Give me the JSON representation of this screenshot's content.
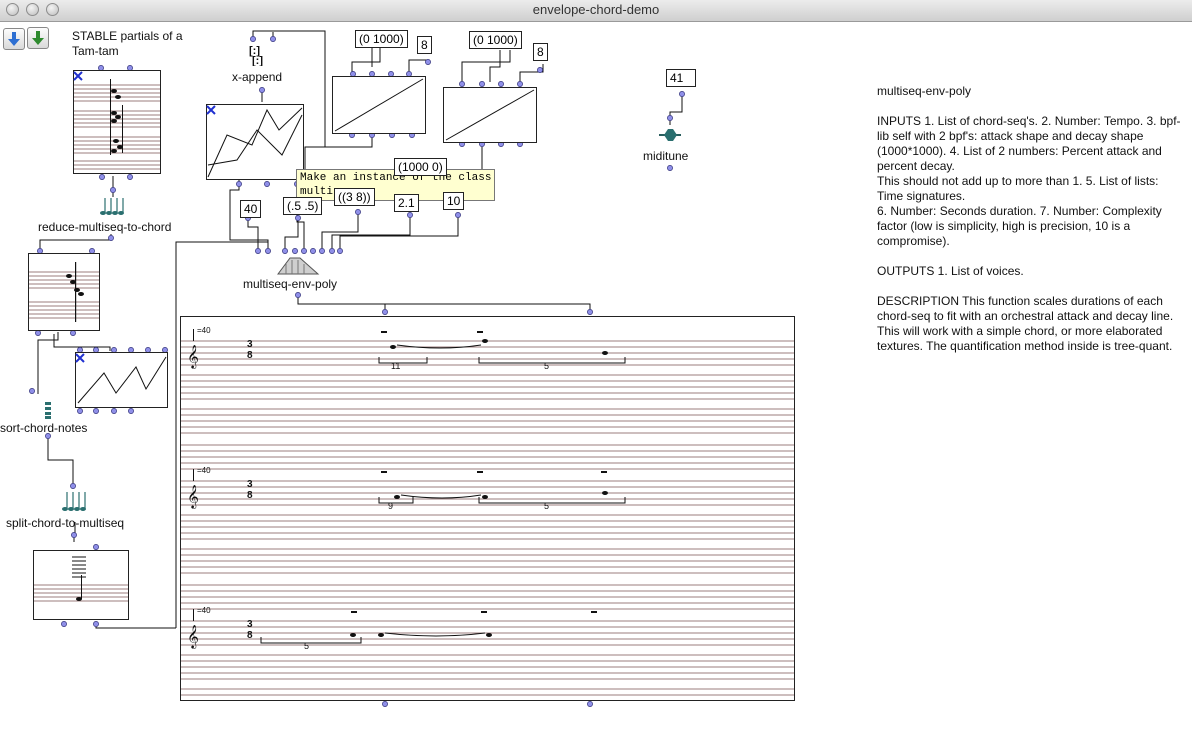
{
  "window": {
    "title": "envelope-chord-demo"
  },
  "toolbar": {
    "back_label": "",
    "forward_label": ""
  },
  "comment": {
    "text": "STABLE partials of a\nTam-tam"
  },
  "boxes": {
    "x_append": "x-append",
    "reduce": "reduce-multiseq-to-chord",
    "sort": "sort-chord-notes",
    "split": "split-chord-to-multiseq",
    "multiseq": "multiseq-env-poly",
    "miditune": "miditune"
  },
  "values": {
    "range1": "(0 1000)",
    "n8a": "8",
    "range2": "(0 1000)",
    "n8b": "8",
    "n41": "41",
    "n40": "40",
    "pct": "(.5 .5)",
    "sig": "((3 8))",
    "frac": "(1000 0)",
    "dur": "2.1",
    "cplx": "10"
  },
  "tooltip": {
    "text": "Make an instance of the class\nmulti-seq."
  },
  "doc": {
    "heading": "multiseq-env-poly",
    "body": "INPUTS 1. List of chord-seq's. 2. Number: Tempo. 3. bpf-lib self with 2 bpf's: attack shape and decay shape (1000*1000). 4. List of 2 numbers: Percent attack and percent decay.\nThis should not add up to more than 1. 5. List of lists: Time signatures.\n6. Number: Seconds duration. 7. Number: Complexity factor (low is simplicity, high is precision, 10 is a compromise).\n\nOUTPUTS 1. List of voices.\n\nDESCRIPTION This function scales durations of each chord-seq to fit with an orchestral attack and decay line. This will work with a simple chord, or more elaborated textures. The quantification method inside is tree-quant."
  },
  "score": {
    "tempo": "=40",
    "time_sig_top": "3",
    "time_sig_bottom": "8",
    "tuplet_1a": "11",
    "tuplet_1b": "5",
    "tuplet_2a": "9",
    "tuplet_2b": "5",
    "tuplet_3a": "5"
  },
  "colors": {
    "inlet": "#8f8fe8",
    "staff": "#7a5050",
    "accent_blue": "#2d6fd2",
    "accent_green": "#2e8a2e"
  }
}
